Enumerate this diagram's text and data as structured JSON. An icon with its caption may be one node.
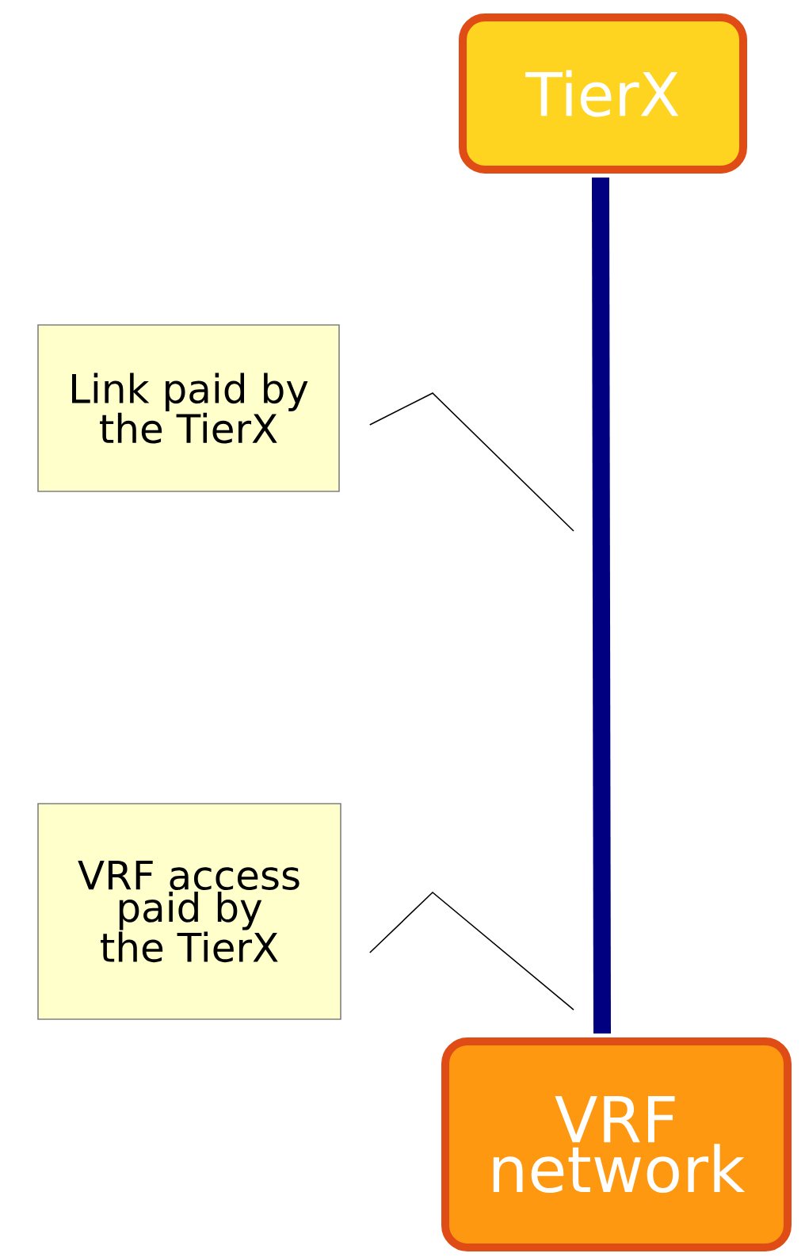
{
  "diagram": {
    "nodes": [
      {
        "text": [
          "TierX"
        ]
      },
      {
        "text": [
          "Link paid by the TierX"
        ]
      },
      {
        "text": [
          "VRF access paid by the TierX"
        ]
      },
      {
        "text": [
          "VRF network"
        ]
      }
    ],
    "edges": [
      {
        "from": 0,
        "to": 3,
        "arrow": "none",
        "style": "thick",
        "color": "#000080"
      },
      {
        "from": 1,
        "to": null,
        "arrow": "none"
      },
      {
        "from": 2,
        "to": null,
        "arrow": "none"
      }
    ]
  }
}
